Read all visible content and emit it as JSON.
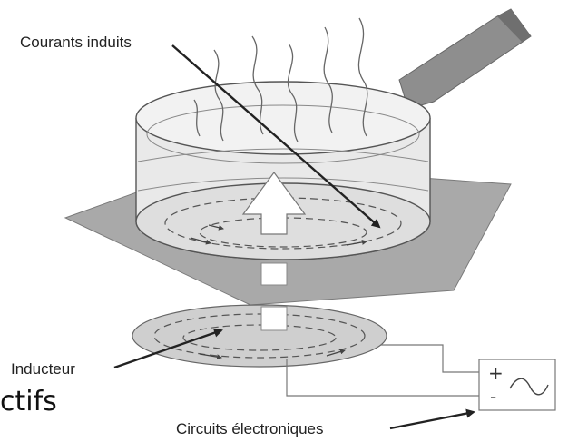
{
  "diagram": {
    "labels": {
      "induced_currents": "Courants induits",
      "inductor": "Inducteur",
      "electronic_circuits": "Circuits électroniques"
    },
    "power_box": {
      "plus": "+",
      "minus": "-",
      "ac": "~"
    },
    "cropped_text": "ctifs"
  }
}
